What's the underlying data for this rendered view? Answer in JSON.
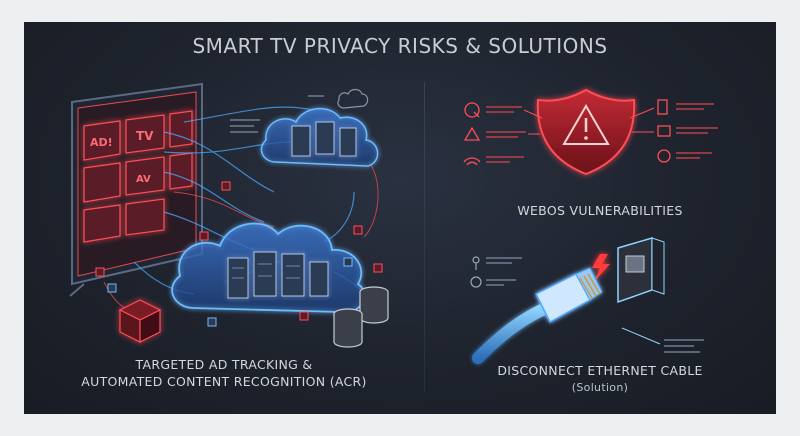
{
  "title": "SMART TV PRIVACY RISKS & SOLUTIONS",
  "left_caption": {
    "line1": "TARGETED AD TRACKING &",
    "line2": "AUTOMATED CONTENT RECOGNITION (ACR)"
  },
  "right_top_caption": "WEBOS VULNERABILITIES",
  "right_bottom_caption": {
    "main": "DISCONNECT ETHERNET CABLE",
    "sub": "(Solution)"
  },
  "screen_labels": {
    "ad": "AD!",
    "tv": "TV",
    "av": "AV"
  },
  "colors": {
    "background": "#1d222c",
    "neon_red": "#ff3b3b",
    "neon_blue": "#4aa8ff"
  }
}
